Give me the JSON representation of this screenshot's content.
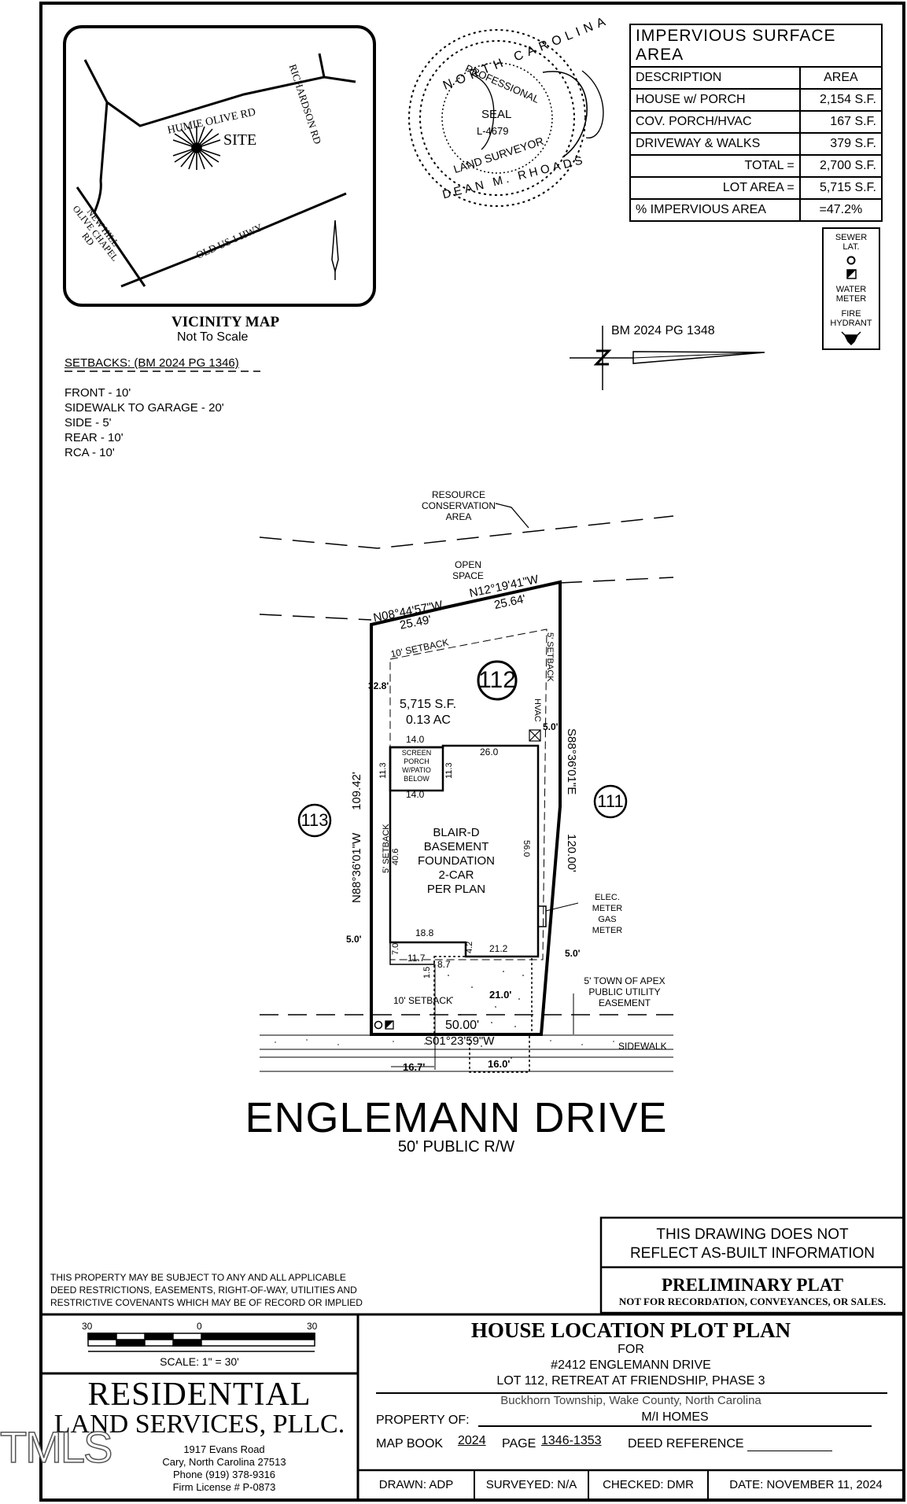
{
  "vicinity": {
    "title": "VICINITY MAP",
    "subtitle": "Not To Scale",
    "roads": [
      "HUMIE OLIVE RD",
      "RICHARDSON RD",
      "NEW HILL OLIVE CHAPEL RD",
      "OLD US 1 HWY"
    ],
    "site_label": "SITE"
  },
  "seal": {
    "top_text": "NORTH CAROLINA",
    "line2": "PROFESSIONAL",
    "line3": "SEAL",
    "number": "L-4679",
    "line5": "LAND SURVEYOR",
    "name": "DEAN M. RHOADS"
  },
  "impervious": {
    "title": "IMPERVIOUS SURFACE AREA",
    "headers": [
      "DESCRIPTION",
      "AREA"
    ],
    "rows": [
      [
        "HOUSE w/ PORCH",
        "2,154 S.F."
      ],
      [
        "COV. PORCH/HVAC",
        "167 S.F."
      ],
      [
        "DRIVEWAY & WALKS",
        "379 S.F."
      ]
    ],
    "total_label": "TOTAL =",
    "total_value": "2,700 S.F.",
    "lot_label": "LOT AREA =",
    "lot_value": "5,715 S.F.",
    "pct_label": "% IMPERVIOUS AREA",
    "pct_value": "=47.2%"
  },
  "legend": {
    "sewer": "SEWER LAT.",
    "water": "WATER METER",
    "hydrant": "FIRE HYDRANT"
  },
  "bm_ref": "BM 2024 PG 1348",
  "setbacks": {
    "title": "SETBACKS: (BM 2024 PG 1346)",
    "items": [
      "FRONT - 10'",
      "SIDEWALK TO GARAGE - 20'",
      "SIDE - 5'",
      "REAR - 10'",
      "RCA - 10'"
    ]
  },
  "plat": {
    "rca": "RESOURCE CONSERVATION AREA",
    "open_space": "OPEN SPACE",
    "brg1": "N08°44'57\"W",
    "dist1": "25.49'",
    "brg2": "N12°19'41\"W",
    "dist2": "25.64'",
    "rear_setback": "10' SETBACK",
    "side_setback_r": "5' SETBACK",
    "side_setback_l": "5' SETBACK",
    "front_setback": "10' SETBACK",
    "lot_number": "112",
    "lot_left": "113",
    "lot_right": "111",
    "lot_sf": "5,715 S.F.",
    "lot_ac": "0.13 AC",
    "left_brg": "N88°36'01\"W",
    "left_dist": "109.42'",
    "right_brg": "S88°36'01\"E",
    "right_dist": "120.00'",
    "front_brg": "S01°23'59\"W",
    "front_dist": "50.00'",
    "hvac": "HVAC",
    "house_lines": [
      "BLAIR-D",
      "BASEMENT",
      "FOUNDATION",
      "2-CAR",
      "PER PLAN"
    ],
    "porch_lines": [
      "SCREEN",
      "PORCH",
      "W/PATIO",
      "BELOW"
    ],
    "elec_lines": [
      "ELEC.",
      "METER",
      "GAS",
      "METER"
    ],
    "easement_lines": [
      "5' TOWN OF APEX",
      "PUBLIC UTILITY",
      "EASEMENT"
    ],
    "sidewalk": "SIDEWALK",
    "dims": {
      "d32_8": "32.8'",
      "d5_0a": "5.0'",
      "d14_0a": "14.0",
      "d26_0": "26.0",
      "d11_3a": "11.3",
      "d11_3b": "11.3",
      "d14_0b": "14.0",
      "d40_6": "40.6",
      "d56_0": "56.0",
      "d5_0b": "5.0'",
      "d18_8": "18.8",
      "d7_0": "7.0",
      "d4_2": "4.2",
      "d21_2": "21.2",
      "d5_0c": "5.0'",
      "d11_7": "11.7",
      "d8_7": "8.7",
      "d1_5": "1.5",
      "d21_0": "21.0'",
      "d16_7": "16.7'",
      "d16_0": "16.0'"
    }
  },
  "street": {
    "name": "ENGLEMANN DRIVE",
    "rw": "50' PUBLIC R/W"
  },
  "notice": {
    "asbuilt": [
      "THIS DRAWING DOES NOT",
      "REFLECT AS-BUILT INFORMATION"
    ],
    "prelim": "PRELIMINARY PLAT",
    "prelim_sub": "NOT FOR RECORDATION, CONVEYANCES, OR SALES.",
    "restrictions": [
      "THIS PROPERTY MAY BE SUBJECT TO ANY AND ALL APPLICABLE",
      "DEED RESTRICTIONS, EASEMENTS, RIGHT-OF-WAY, UTILITIES AND",
      "RESTRICTIVE COVENANTS WHICH MAY BE OF RECORD OR IMPLIED"
    ]
  },
  "scale": {
    "left": "30",
    "mid": "0",
    "right": "30",
    "label": "SCALE: 1\" = 30'"
  },
  "firm": {
    "name1": "RESIDENTIAL",
    "name2": "LAND SERVICES, PLLC.",
    "addr1": "1917 Evans Road",
    "addr2": "Cary, North Carolina 27513",
    "phone": "Phone (919) 378-9316",
    "license": "Firm License # P-0873"
  },
  "title_block": {
    "title": "HOUSE LOCATION PLOT PLAN",
    "for": "FOR",
    "address": "#2412 ENGLEMANN DRIVE",
    "lot": "LOT 112, RETREAT AT FRIENDSHIP, PHASE 3",
    "township": "Buckhorn Township, Wake County, North Carolina",
    "prop_label": "PROPERTY OF:",
    "prop_value": "M/I HOMES",
    "mb_label": "MAP BOOK",
    "mb_value": "2024",
    "page_label": "PAGE",
    "page_value": "1346-1353",
    "deed_label": "DEED REFERENCE",
    "drawn": "DRAWN: ADP",
    "surveyed": "SURVEYED: N/A",
    "checked": "CHECKED: DMR",
    "date": "DATE: NOVEMBER 11, 2024"
  },
  "watermark": "TMLS"
}
